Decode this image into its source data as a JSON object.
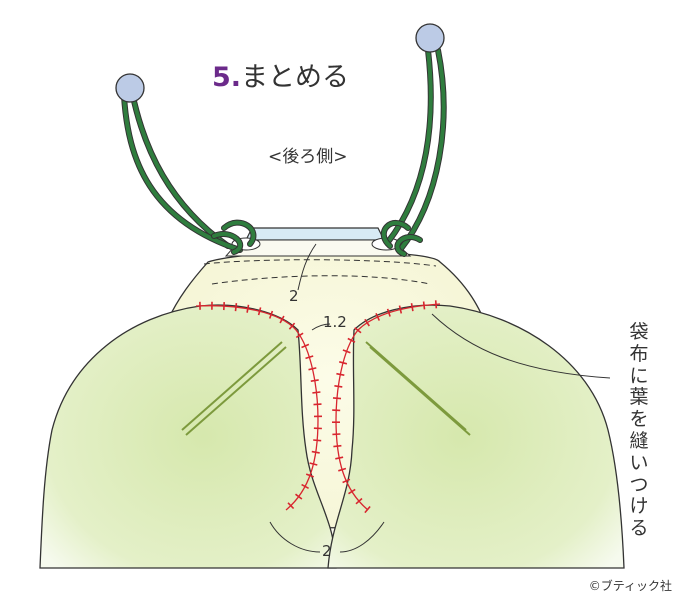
{
  "title": {
    "number": "5.",
    "text": "まとめる"
  },
  "view_label": "<後ろ側>",
  "measurements": {
    "top_seam": "2",
    "leaf_gap": "1.2",
    "bottom_gap": "2"
  },
  "callout": "袋布に葉を縫いつける",
  "copyright": "©ブティック社",
  "colors": {
    "bag": "#fbfbe6",
    "leaf": "#d9e9b4",
    "strap": "#2f7d3e",
    "bead": "#bccbe6",
    "top_band": "#d8ebf5",
    "stitch": "#d8262f",
    "vein": "#7d9a3d",
    "title_number": "#6b2a8a"
  }
}
